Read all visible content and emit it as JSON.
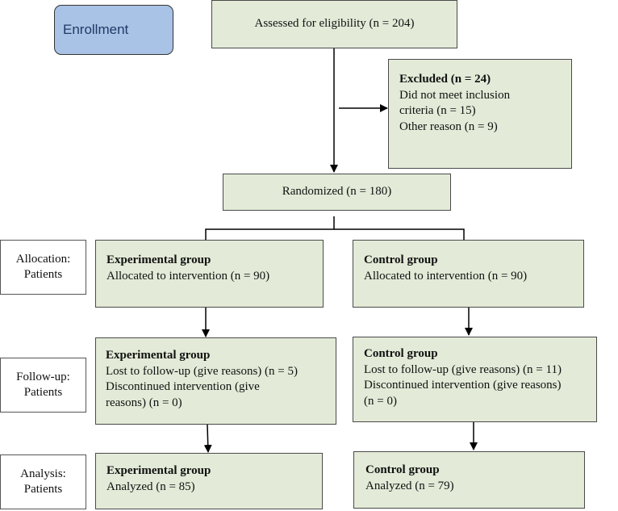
{
  "enrollment_label": "Enrollment",
  "assessed": "Assessed for eligibility (n = 204)",
  "excluded": {
    "title": "Excluded (n = 24)",
    "lines": [
      "Did not meet inclusion",
      "criteria (n = 15)",
      "Other reason (n = 9)"
    ]
  },
  "randomized": "Randomized (n = 180)",
  "stages": {
    "allocation": [
      "Allocation:",
      "Patients"
    ],
    "followup": [
      "Follow-up:",
      "Patients"
    ],
    "analysis": [
      "Analysis:",
      "Patients"
    ]
  },
  "allocation": {
    "experimental": {
      "title": "Experimental group",
      "lines": [
        "Allocated to intervention (n = 90)"
      ]
    },
    "control": {
      "title": "Control group",
      "lines": [
        "Allocated to intervention (n = 90)"
      ]
    }
  },
  "followup": {
    "experimental": {
      "title": "Experimental group",
      "lines": [
        "Lost to follow-up (give reasons) (n = 5)",
        "Discontinued intervention (give",
        "reasons) (n = 0)"
      ]
    },
    "control": {
      "title": "Control group",
      "lines": [
        "Lost to follow-up (give reasons) (n = 11)",
        "Discontinued intervention (give reasons)",
        "(n = 0)"
      ]
    }
  },
  "analysis": {
    "experimental": {
      "title": "Experimental group",
      "lines": [
        "Analyzed (n = 85)"
      ]
    },
    "control": {
      "title": "Control group",
      "lines": [
        "Analyzed (n = 79)"
      ]
    }
  }
}
